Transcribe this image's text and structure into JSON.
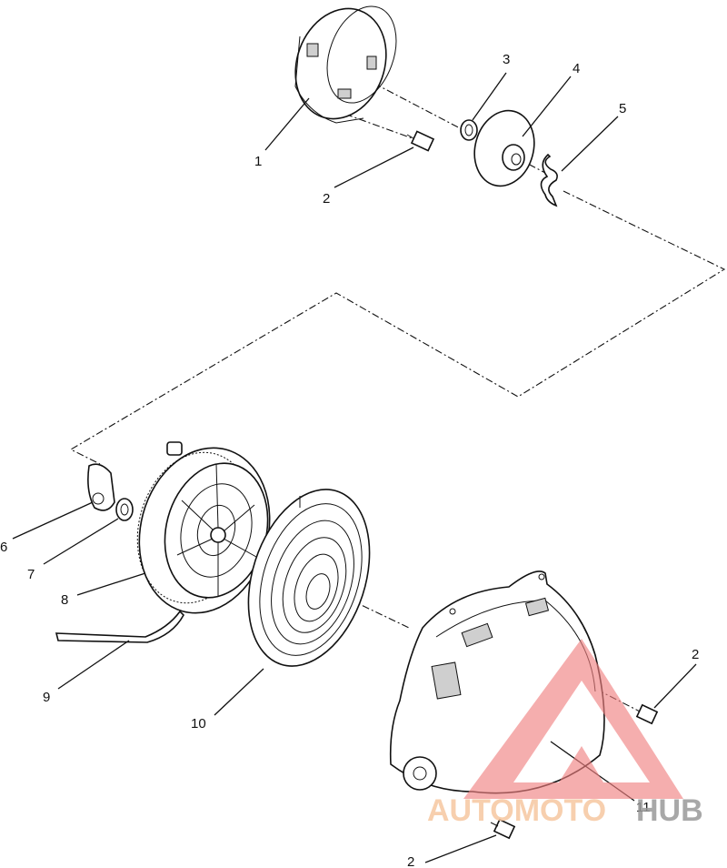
{
  "callouts": [
    {
      "id": "c1",
      "label": "1"
    },
    {
      "id": "c2a",
      "label": "2"
    },
    {
      "id": "c3",
      "label": "3"
    },
    {
      "id": "c4",
      "label": "4"
    },
    {
      "id": "c5",
      "label": "5"
    },
    {
      "id": "c6",
      "label": "6"
    },
    {
      "id": "c7",
      "label": "7"
    },
    {
      "id": "c8",
      "label": "8"
    },
    {
      "id": "c9",
      "label": "9"
    },
    {
      "id": "c10",
      "label": "10"
    },
    {
      "id": "c2b",
      "label": "2"
    },
    {
      "id": "c11",
      "label": "11"
    },
    {
      "id": "c2c",
      "label": "2"
    }
  ],
  "watermark": {
    "part1": "AUTOMOTO",
    "part2": "HUB",
    "color_part1": "#f6c7a0",
    "color_part2": "#9a9a9a",
    "triangle_color": "#f08080"
  },
  "colors": {
    "line": "#111111",
    "background": "#ffffff"
  }
}
